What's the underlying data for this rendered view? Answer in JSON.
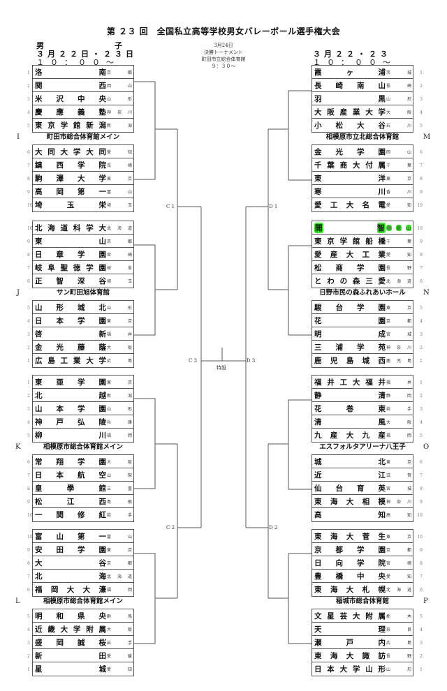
{
  "title": "第 ２３ 回　全国私立高等学校男女バレーボール選手権大会",
  "left_header": {
    "gender": "男　　　　　　子",
    "date": "３月２２日・２３日",
    "time": "１０：００～"
  },
  "right_header": {
    "date": "３月２２・２３",
    "time": "１０：００～"
  },
  "final_info": {
    "date": "3月24日",
    "label": "決勝トーナメント",
    "venue": "町田市立総合体育館",
    "time": "９：３０～"
  },
  "rounds": {
    "c1": "C 1",
    "c2": "C 2",
    "c3": "C 3",
    "d1": "D 1",
    "d2": "D 2",
    "d3": "D 3",
    "special": "特設"
  },
  "blocks": [
    {
      "letter": "I",
      "venue": "町田市総合体育館メイン",
      "side": "left",
      "top": [
        {
          "seed": "1",
          "school": "洛南",
          "pref": "京都"
        },
        {
          "seed": "2",
          "school": "関西",
          "pref": "岡山"
        },
        {
          "seed": "3",
          "school": "米沢中央",
          "pref": "山形"
        },
        {
          "seed": "4",
          "school": "慶應義塾",
          "pref": "神奈川"
        },
        {
          "seed": "5",
          "school": "東京学館新潟",
          "pref": "新潟"
        }
      ],
      "bottom": [
        {
          "seed": "6",
          "school": "大同大学大同",
          "pref": "愛知"
        },
        {
          "seed": "7",
          "school": "鎮西学院",
          "pref": "長崎"
        },
        {
          "seed": "8",
          "school": "駒澤大学",
          "pref": "東京"
        },
        {
          "seed": "9",
          "school": "高岡第一",
          "pref": "富山"
        },
        {
          "seed": "10",
          "school": "埼玉栄",
          "pref": "埼玉"
        }
      ]
    },
    {
      "letter": "J",
      "venue": "サン町田旭体育館",
      "side": "left",
      "top": [
        {
          "seed": "10",
          "school": "北海道科学大",
          "pref": "北海道"
        },
        {
          "seed": "9",
          "school": "東山",
          "pref": "京都"
        },
        {
          "seed": "8",
          "school": "日章学園",
          "pref": "宮崎"
        },
        {
          "seed": "7",
          "school": "岐阜聖徳学園",
          "pref": "岐阜"
        },
        {
          "seed": "6",
          "school": "正智深谷",
          "pref": "埼玉"
        }
      ],
      "bottom": [
        {
          "seed": "5",
          "school": "山形城北",
          "pref": "山形"
        },
        {
          "seed": "4",
          "school": "日本学園",
          "pref": "東京"
        },
        {
          "seed": "3",
          "school": "啓新",
          "pref": "福井"
        },
        {
          "seed": "2",
          "school": "金光藤蔭",
          "pref": "大阪"
        },
        {
          "seed": "1",
          "school": "広島工業大学",
          "pref": "広島"
        }
      ]
    },
    {
      "letter": "K",
      "venue": "相模原市総合体育館メイン",
      "side": "left",
      "top": [
        {
          "seed": "1",
          "school": "東亜学園",
          "pref": "東京"
        },
        {
          "seed": "2",
          "school": "北越",
          "pref": "新潟"
        },
        {
          "seed": "3",
          "school": "山本学園",
          "pref": "山形"
        },
        {
          "seed": "4",
          "school": "神戸弘陵",
          "pref": "兵庫"
        },
        {
          "seed": "5",
          "school": "柳川",
          "pref": "福岡"
        }
      ],
      "bottom": [
        {
          "seed": "6",
          "school": "常翔学園",
          "pref": "大阪"
        },
        {
          "seed": "7",
          "school": "日本航空",
          "pref": "山梨"
        },
        {
          "seed": "8",
          "school": "皇學館",
          "pref": "三重"
        },
        {
          "seed": "9",
          "school": "松江西",
          "pref": "島根"
        },
        {
          "seed": "10",
          "school": "一関修紅",
          "pref": "岩手"
        }
      ]
    },
    {
      "letter": "L",
      "venue": "相模原市総合体育館メイン",
      "side": "left",
      "top": [
        {
          "seed": "10",
          "school": "富山第一",
          "pref": "富山"
        },
        {
          "seed": "9",
          "school": "安田学園",
          "pref": "東京"
        },
        {
          "seed": "8",
          "school": "大谷",
          "pref": "京都"
        },
        {
          "seed": "7",
          "school": "北海",
          "pref": "北海道"
        },
        {
          "seed": "6",
          "school": "福岡大大濠",
          "pref": "福岡"
        }
      ],
      "bottom": [
        {
          "seed": "5",
          "school": "明和県央",
          "pref": "群馬"
        },
        {
          "seed": "4",
          "school": "近畿大学附属",
          "pref": "大阪"
        },
        {
          "seed": "3",
          "school": "盛岡誠桜",
          "pref": "岩手"
        },
        {
          "seed": "2",
          "school": "新田",
          "pref": "愛媛"
        },
        {
          "seed": "1",
          "school": "星城",
          "pref": "愛知"
        }
      ]
    },
    {
      "letter": "M",
      "venue": "相模原市立北総合体育館",
      "side": "right",
      "top": [
        {
          "seed": "1",
          "school": "霞ヶ浦",
          "pref": "茨城"
        },
        {
          "seed": "2",
          "school": "長崎南山",
          "pref": "長崎"
        },
        {
          "seed": "3",
          "school": "羽黒",
          "pref": "山形"
        },
        {
          "seed": "4",
          "school": "大阪産業大学",
          "pref": "大阪"
        },
        {
          "seed": "5",
          "school": "小松大谷",
          "pref": "石川"
        }
      ],
      "bottom": [
        {
          "seed": "6",
          "school": "金光学園",
          "pref": "岡山"
        },
        {
          "seed": "7",
          "school": "千葉商大付属",
          "pref": "千葉"
        },
        {
          "seed": "8",
          "school": "東洋",
          "pref": "東京"
        },
        {
          "seed": "9",
          "school": "寒川",
          "pref": "香川"
        },
        {
          "seed": "10",
          "school": "愛工大名電",
          "pref": "愛知"
        }
      ]
    },
    {
      "letter": "N",
      "venue": "日野市民の森ふれあいホール",
      "side": "right",
      "top": [
        {
          "seed": "10",
          "school": "開智",
          "pref": "和歌山",
          "highlight": true
        },
        {
          "seed": "9",
          "school": "東京学館船橋",
          "pref": "千葉"
        },
        {
          "seed": "8",
          "school": "愛産大工業",
          "pref": "愛知"
        },
        {
          "seed": "7",
          "school": "松商学園",
          "pref": "長野"
        },
        {
          "seed": "6",
          "school": "とわの森三愛",
          "pref": "北海道"
        }
      ],
      "bottom": [
        {
          "seed": "5",
          "school": "駿台学園",
          "pref": "東京"
        },
        {
          "seed": "4",
          "school": "花園",
          "pref": "京都"
        },
        {
          "seed": "3",
          "school": "明成",
          "pref": "宮城"
        },
        {
          "seed": "2",
          "school": "三浦学苑",
          "pref": "神奈川"
        },
        {
          "seed": "1",
          "school": "鹿児島城西",
          "pref": "鹿児島"
        }
      ]
    },
    {
      "letter": "O",
      "venue": "エスフォルタアリーナ八王子",
      "side": "right",
      "top": [
        {
          "seed": "1",
          "school": "福井工大福井",
          "pref": "福井"
        },
        {
          "seed": "2",
          "school": "静清",
          "pref": "静岡"
        },
        {
          "seed": "3",
          "school": "花巻東",
          "pref": "岩手"
        },
        {
          "seed": "4",
          "school": "清風",
          "pref": "大阪"
        },
        {
          "seed": "5",
          "school": "九産大九産",
          "pref": "福岡"
        }
      ],
      "bottom": [
        {
          "seed": "6",
          "school": "城北",
          "pref": "東京"
        },
        {
          "seed": "7",
          "school": "近江",
          "pref": "滋賀"
        },
        {
          "seed": "8",
          "school": "仙台育英",
          "pref": "宮城"
        },
        {
          "seed": "9",
          "school": "東海大相模",
          "pref": "神奈川"
        },
        {
          "seed": "10",
          "school": "高知",
          "pref": "高知"
        }
      ]
    },
    {
      "letter": "P",
      "venue": "稲城市総合体育館",
      "side": "right",
      "top": [
        {
          "seed": "10",
          "school": "東海大菅生",
          "pref": "東京"
        },
        {
          "seed": "9",
          "school": "京都学園",
          "pref": "京都"
        },
        {
          "seed": "8",
          "school": "日向学院",
          "pref": "宮崎"
        },
        {
          "seed": "7",
          "school": "豊橋中央",
          "pref": "愛知"
        },
        {
          "seed": "6",
          "school": "東海大札幌",
          "pref": "北海道"
        }
      ],
      "bottom": [
        {
          "seed": "5",
          "school": "文星芸大附属",
          "pref": "栃木"
        },
        {
          "seed": "4",
          "school": "天理",
          "pref": "奈良"
        },
        {
          "seed": "3",
          "school": "瀬戸内",
          "pref": "広島"
        },
        {
          "seed": "2",
          "school": "東海大諏訪",
          "pref": "長野"
        },
        {
          "seed": "1",
          "school": "日本大学山形",
          "pref": "山形"
        }
      ]
    }
  ],
  "colors": {
    "line": "#555555",
    "highlight": "#3adf2a"
  }
}
